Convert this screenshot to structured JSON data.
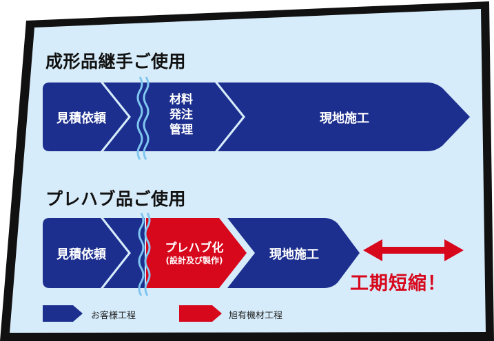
{
  "colors": {
    "customer": "#1c2f8e",
    "asahi": "#d7071c",
    "panel": "#d7ecfb",
    "frame": "#111111",
    "wave": "#7fc6f0"
  },
  "section1": {
    "title": "成形品継手ご使用",
    "step1": "見積依頼",
    "step2_lines": [
      "材料",
      "発注",
      "管理"
    ],
    "step3": "現地施工"
  },
  "section2": {
    "title": "プレハブ品ご使用",
    "step1": "見積依頼",
    "step2": "プレハブ化",
    "step2_sub": "(設計及び製作)",
    "step3": "現地施工",
    "shorten": "工期短縮！"
  },
  "legend": {
    "customer": "お客様工程",
    "asahi": "旭有機材工程"
  }
}
